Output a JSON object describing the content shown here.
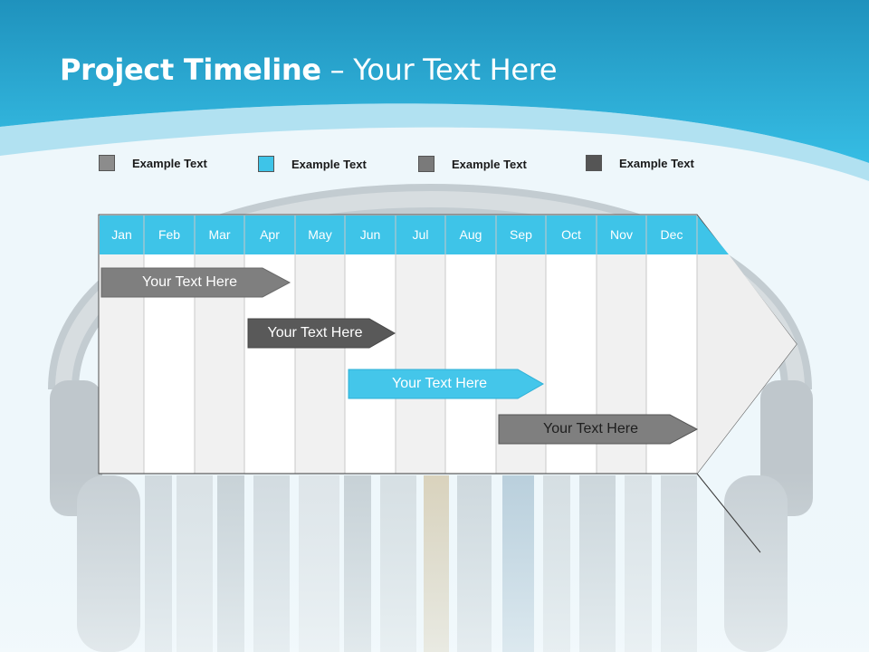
{
  "title": {
    "bold": "Project Timeline",
    "rest": " – Your Text Here"
  },
  "legend": [
    {
      "label": "Example Text",
      "color": "#8c8c8c"
    },
    {
      "label": "Example Text",
      "color": "#3ec4e8"
    },
    {
      "label": "Example Text",
      "color": "#7a7a7a"
    },
    {
      "label": "Example Text",
      "color": "#555555"
    }
  ],
  "months": [
    "Jan",
    "Feb",
    "Mar",
    "Apr",
    "May",
    "Jun",
    "Jul",
    "Aug",
    "Sep",
    "Oct",
    "Nov",
    "Dec"
  ],
  "tasks": [
    {
      "label": "Your  Text Here",
      "color": "#7f7f7f"
    },
    {
      "label": "Your  Text Here",
      "color": "#595959"
    },
    {
      "label": "Your  Text Here",
      "color": "#44c6ea"
    },
    {
      "label": "Your  Text Here",
      "color": "#7f7f7f"
    }
  ],
  "colors": {
    "header_blue": "#3ec4e8",
    "title_band": "#2aa8d4"
  }
}
